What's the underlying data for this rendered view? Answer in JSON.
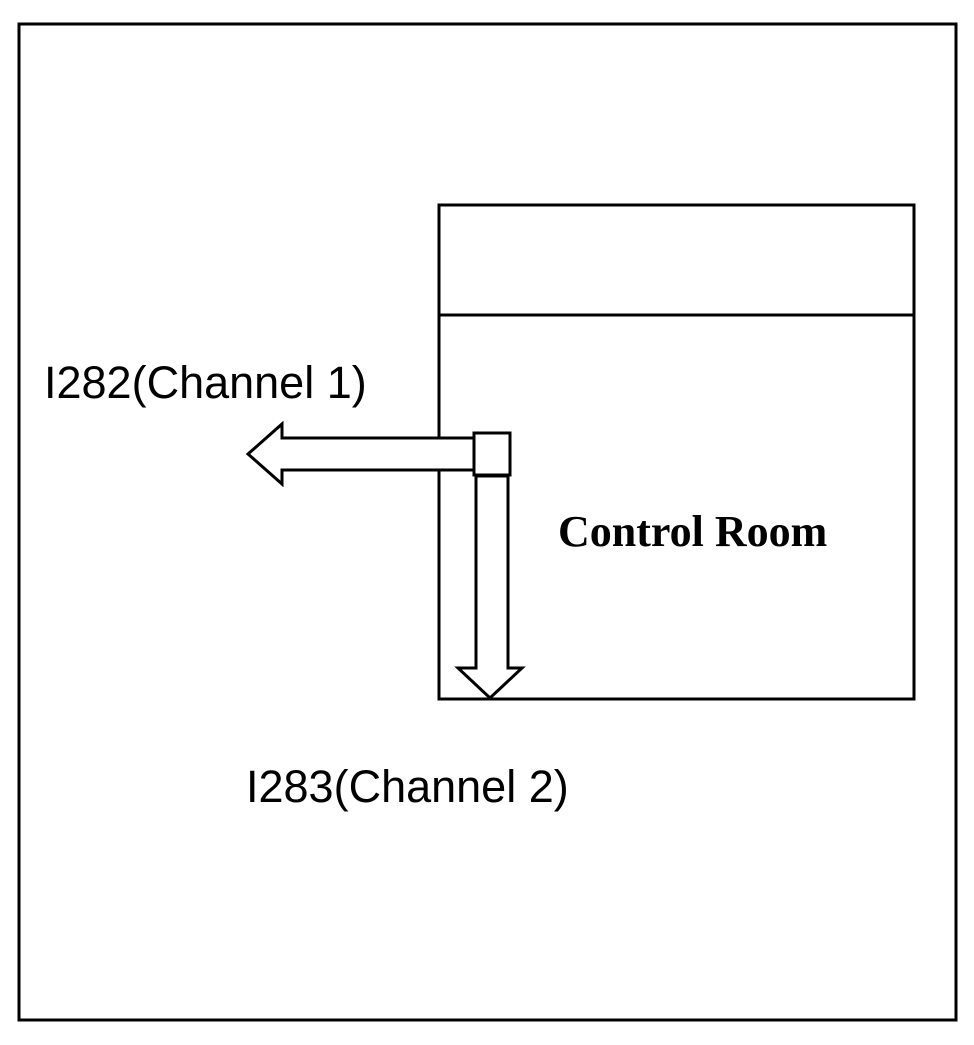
{
  "diagram": {
    "room_label": "Control Room",
    "channel_1_label": "I282(Channel 1)",
    "channel_2_label": "I283(Channel 2)",
    "colors": {
      "stroke": "#000000",
      "background": "#ffffff"
    }
  }
}
